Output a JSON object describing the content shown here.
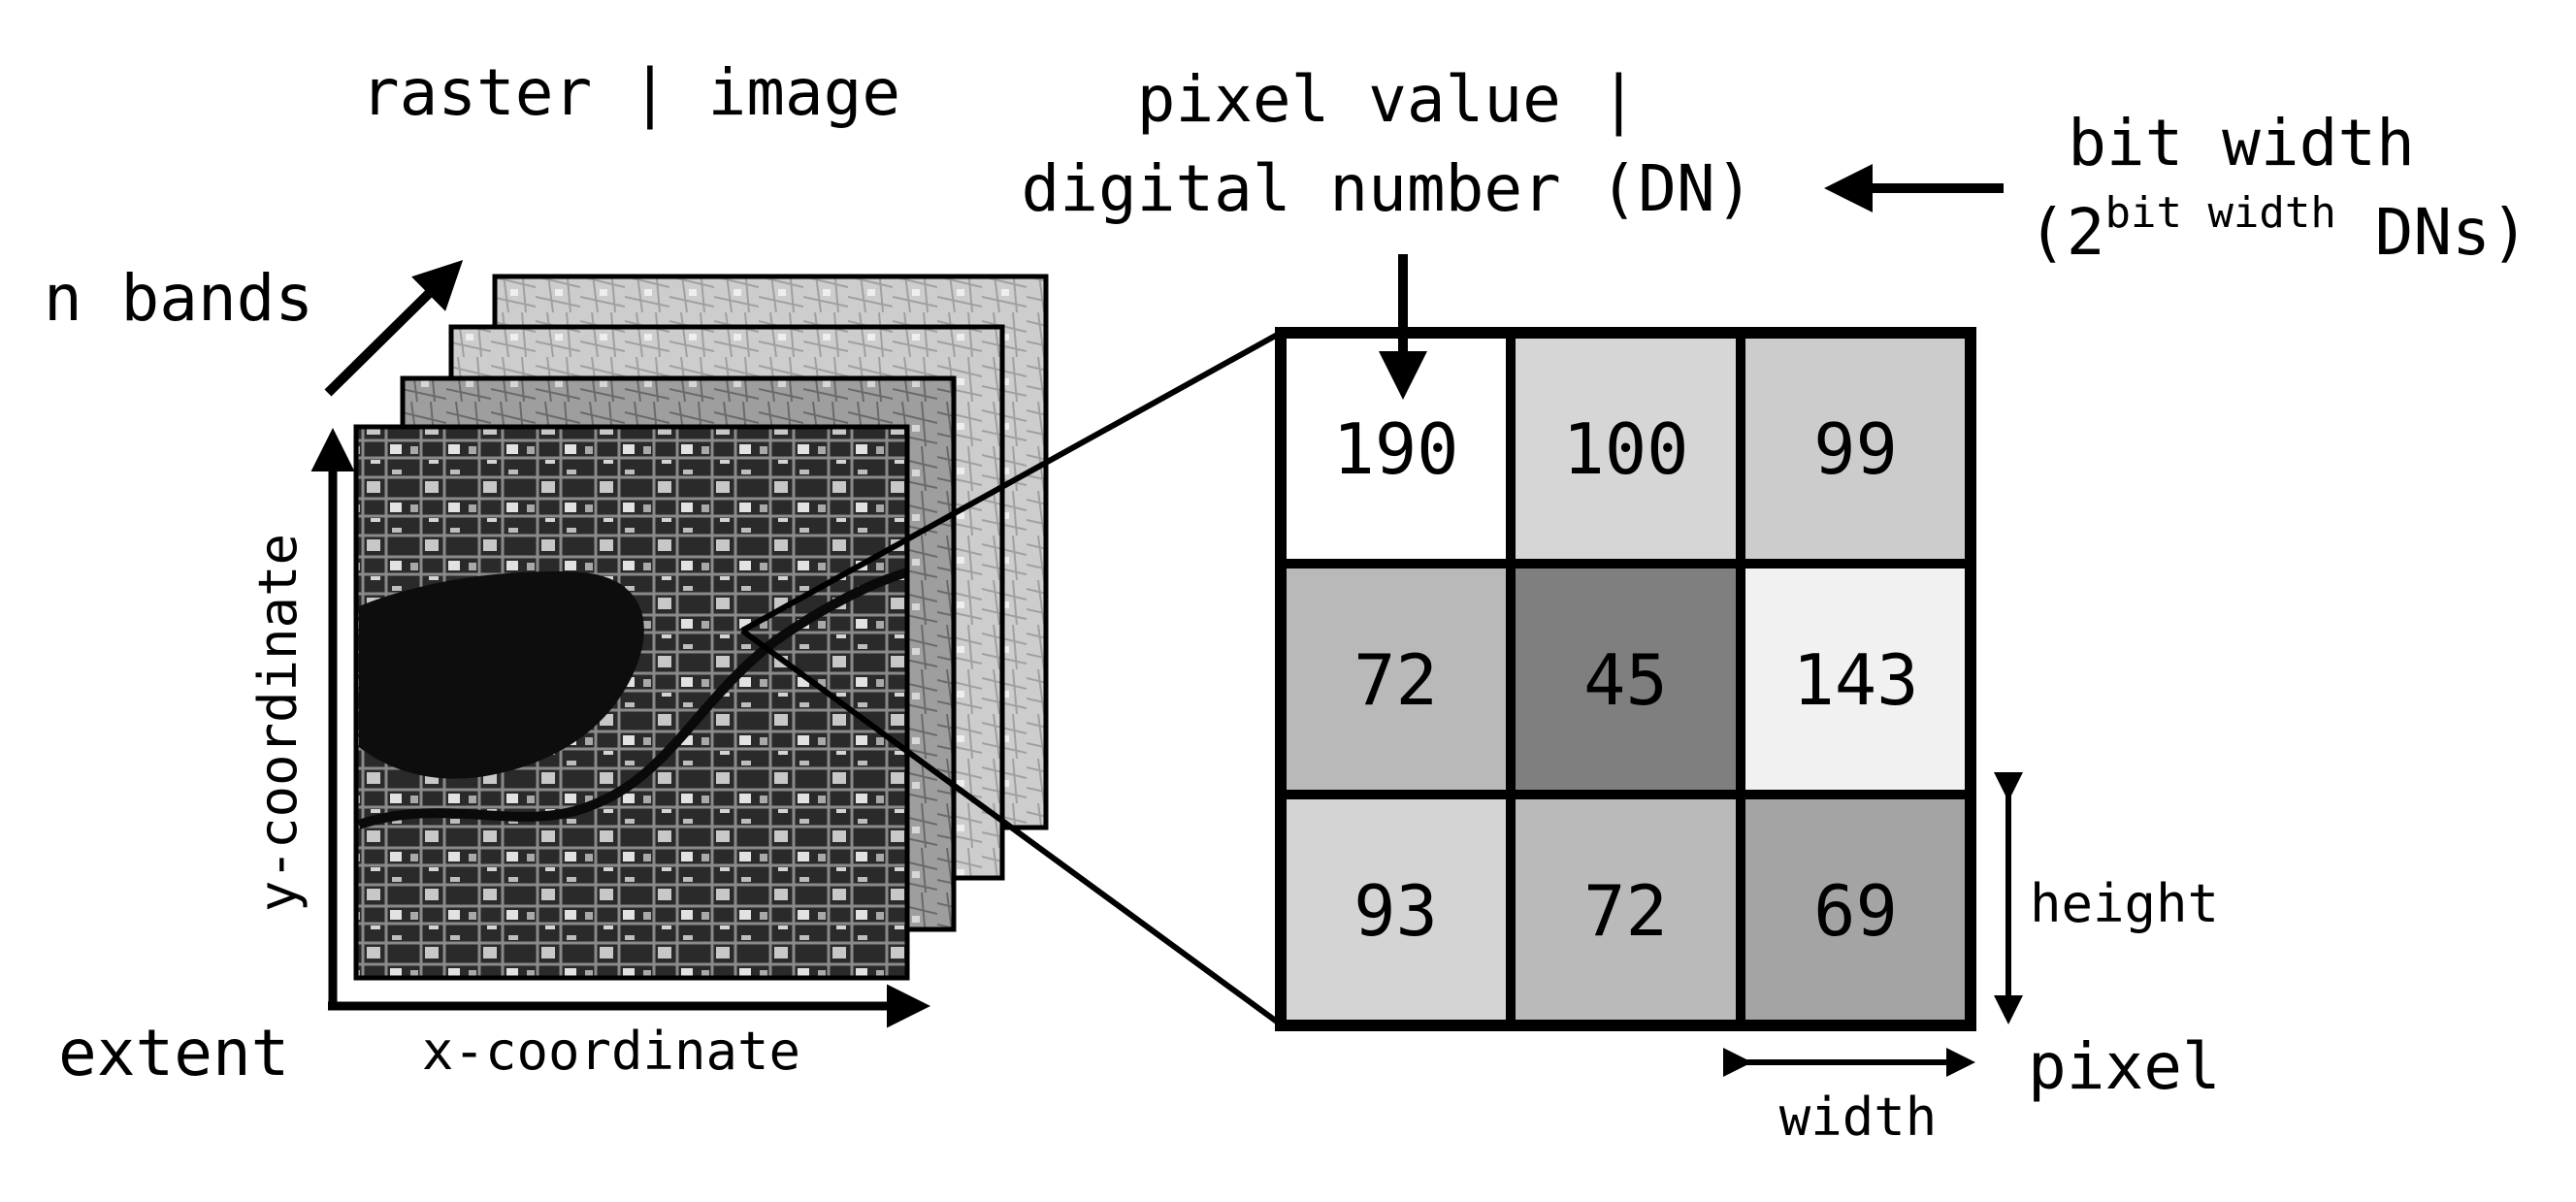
{
  "labels": {
    "raster_image": "raster | image",
    "pixel_value_line1": "pixel value |",
    "pixel_value_line2": "digital number (DN)",
    "bit_width": "bit width",
    "bit_width_formula_open": "(2",
    "bit_width_formula_sup": "bit width",
    "bit_width_formula_close": " DNs)",
    "n_bands": "n bands",
    "y_coordinate": "y-coordinate",
    "x_coordinate": "x-coordinate",
    "extent": "extent",
    "height": "height",
    "width": "width",
    "pixel": "pixel"
  },
  "pixel_grid": {
    "rows": [
      [
        {
          "value": "190",
          "shade": "#ffffff"
        },
        {
          "value": "100",
          "shade": "#d6d6d6"
        },
        {
          "value": "99",
          "shade": "#cccccc"
        }
      ],
      [
        {
          "value": "72",
          "shade": "#b9b9b9"
        },
        {
          "value": "45",
          "shade": "#7f7f7f"
        },
        {
          "value": "143",
          "shade": "#f1f1f1"
        }
      ],
      [
        {
          "value": "93",
          "shade": "#d4d4d4"
        },
        {
          "value": "72",
          "shade": "#bababa"
        },
        {
          "value": "69",
          "shade": "#a4a4a4"
        }
      ]
    ]
  },
  "colors": {
    "ink": "#000000",
    "band_back": "#c4c4c4",
    "band_mid": "#9a9a9a",
    "band_front": "#2a2a2a"
  }
}
